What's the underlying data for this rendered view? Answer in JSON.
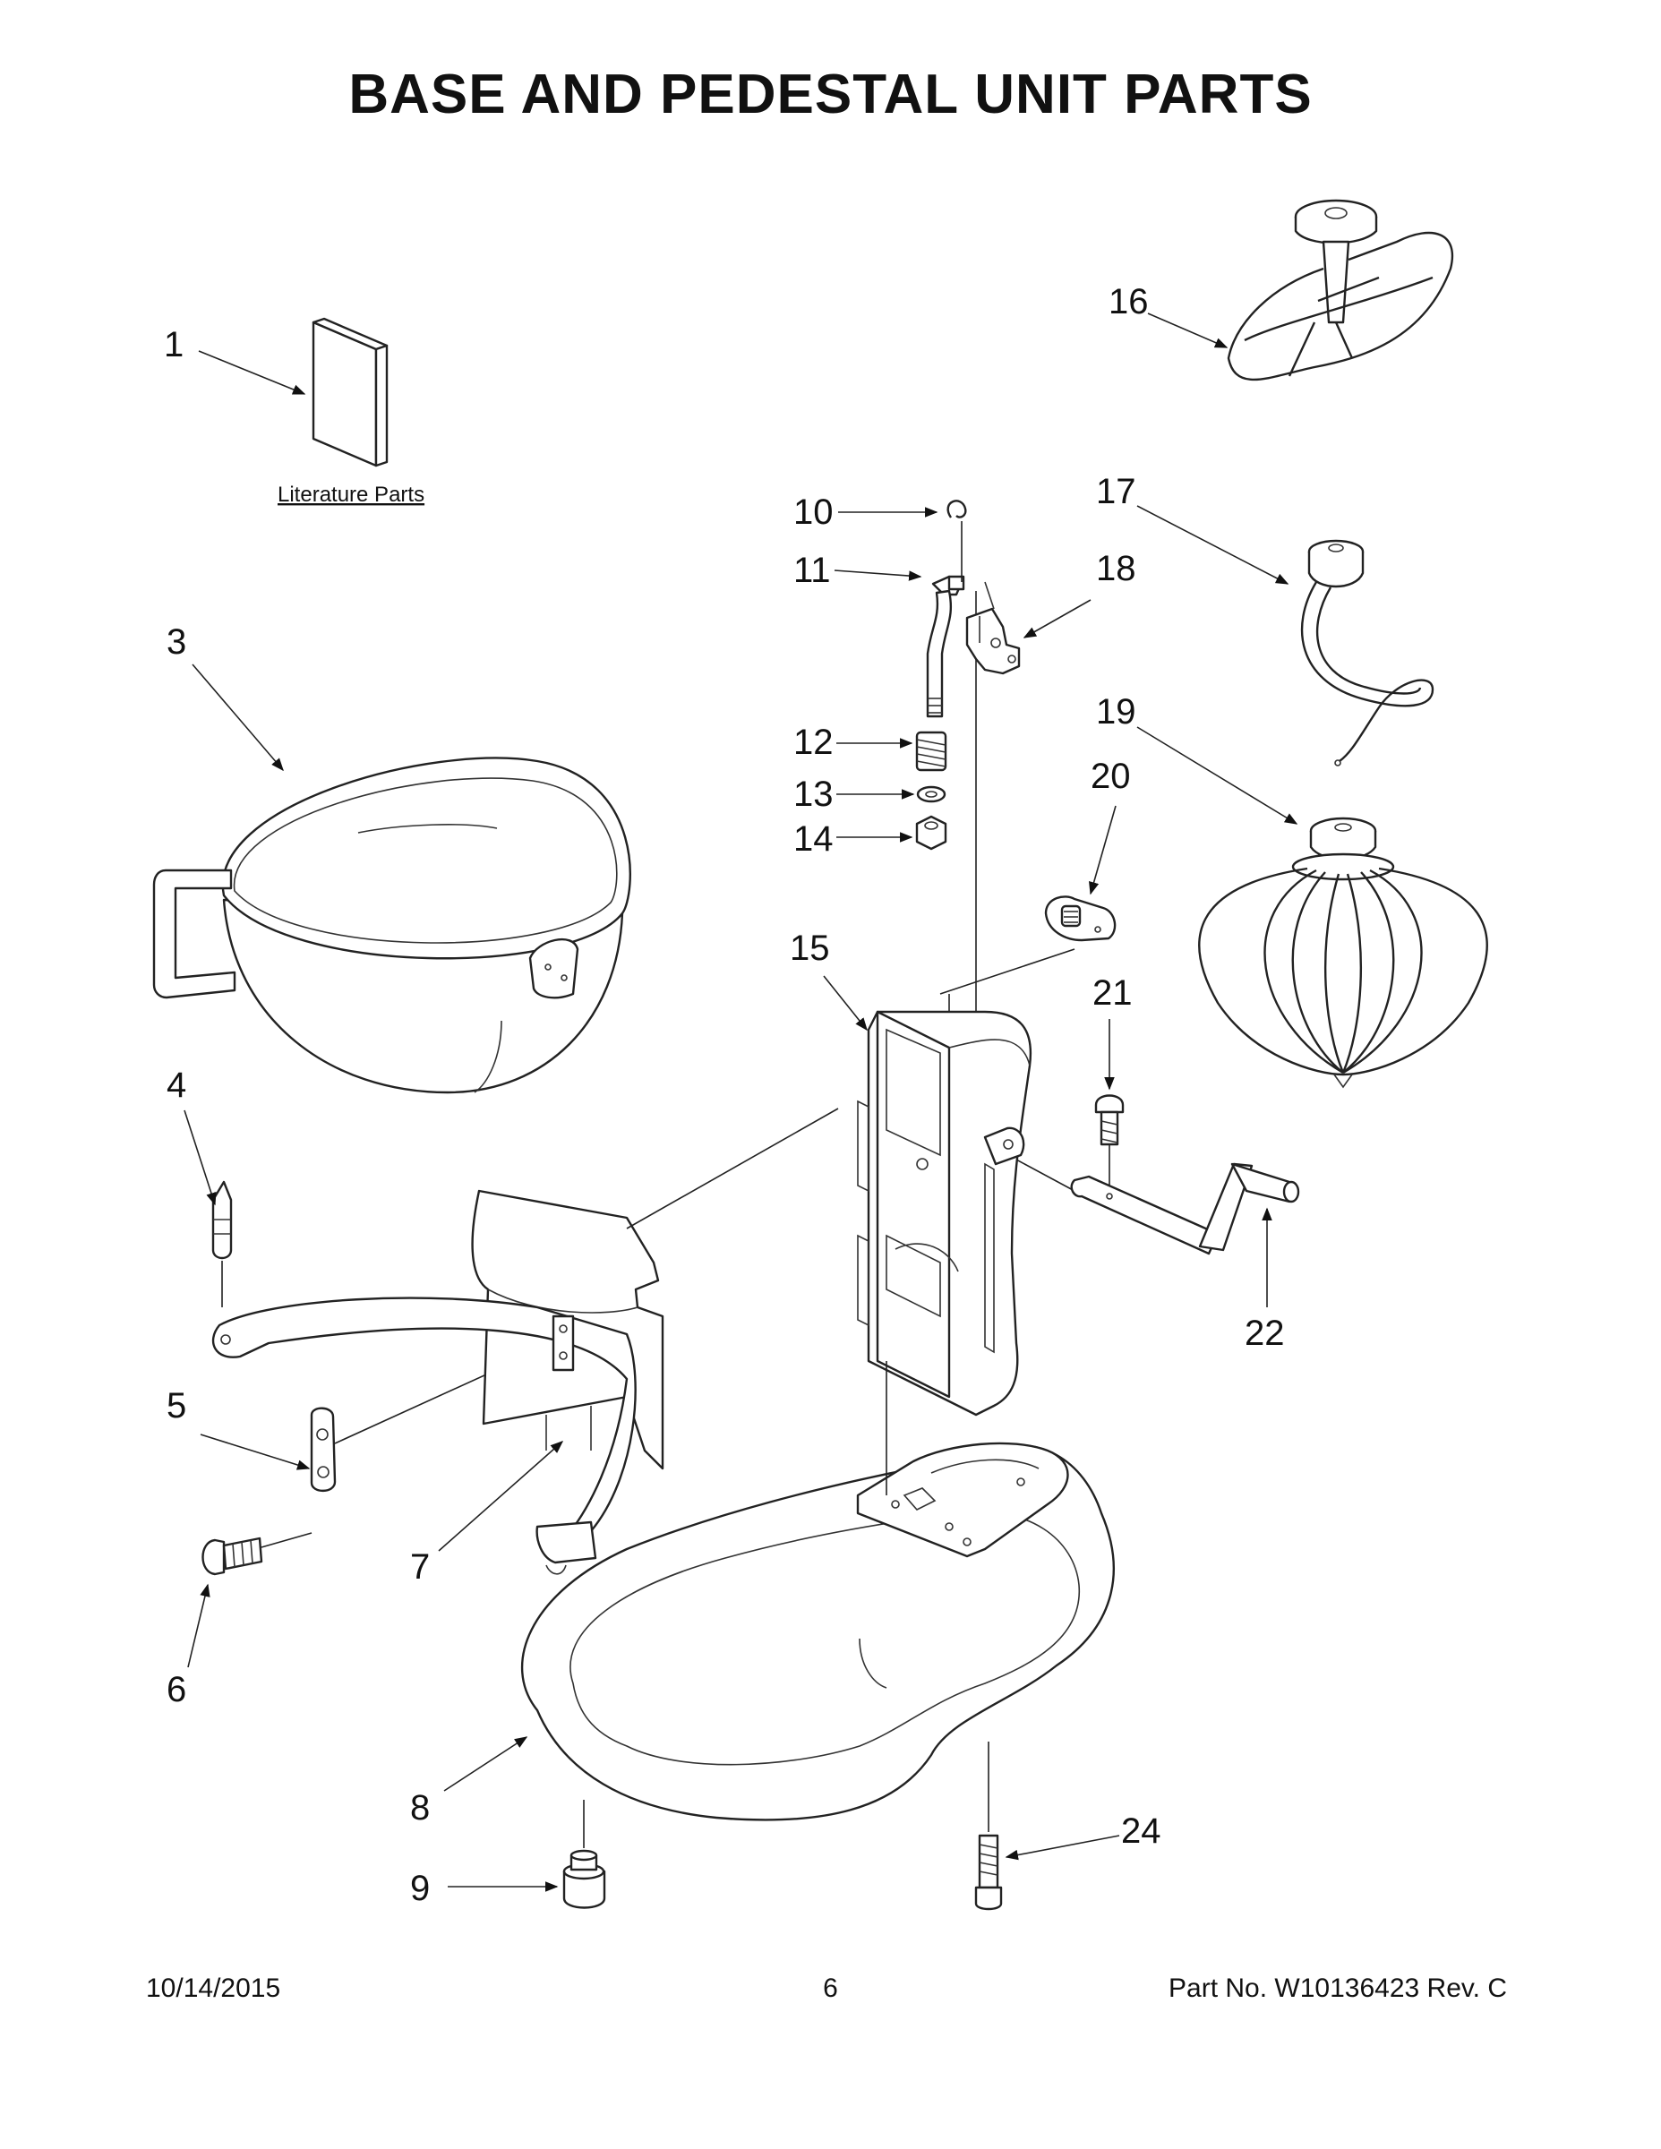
{
  "title": "BASE AND PEDESTAL UNIT PARTS",
  "literature_label": "Literature Parts",
  "callouts": {
    "c1": "1",
    "c3": "3",
    "c4": "4",
    "c5": "5",
    "c6": "6",
    "c7": "7",
    "c8": "8",
    "c9": "9",
    "c10": "10",
    "c11": "11",
    "c12": "12",
    "c13": "13",
    "c14": "14",
    "c15": "15",
    "c16": "16",
    "c17": "17",
    "c18": "18",
    "c19": "19",
    "c20": "20",
    "c21": "21",
    "c22": "22",
    "c24": "24"
  },
  "footer": {
    "date": "10/14/2015",
    "page": "6",
    "part": "Part No.  W10136423  Rev.  C"
  }
}
